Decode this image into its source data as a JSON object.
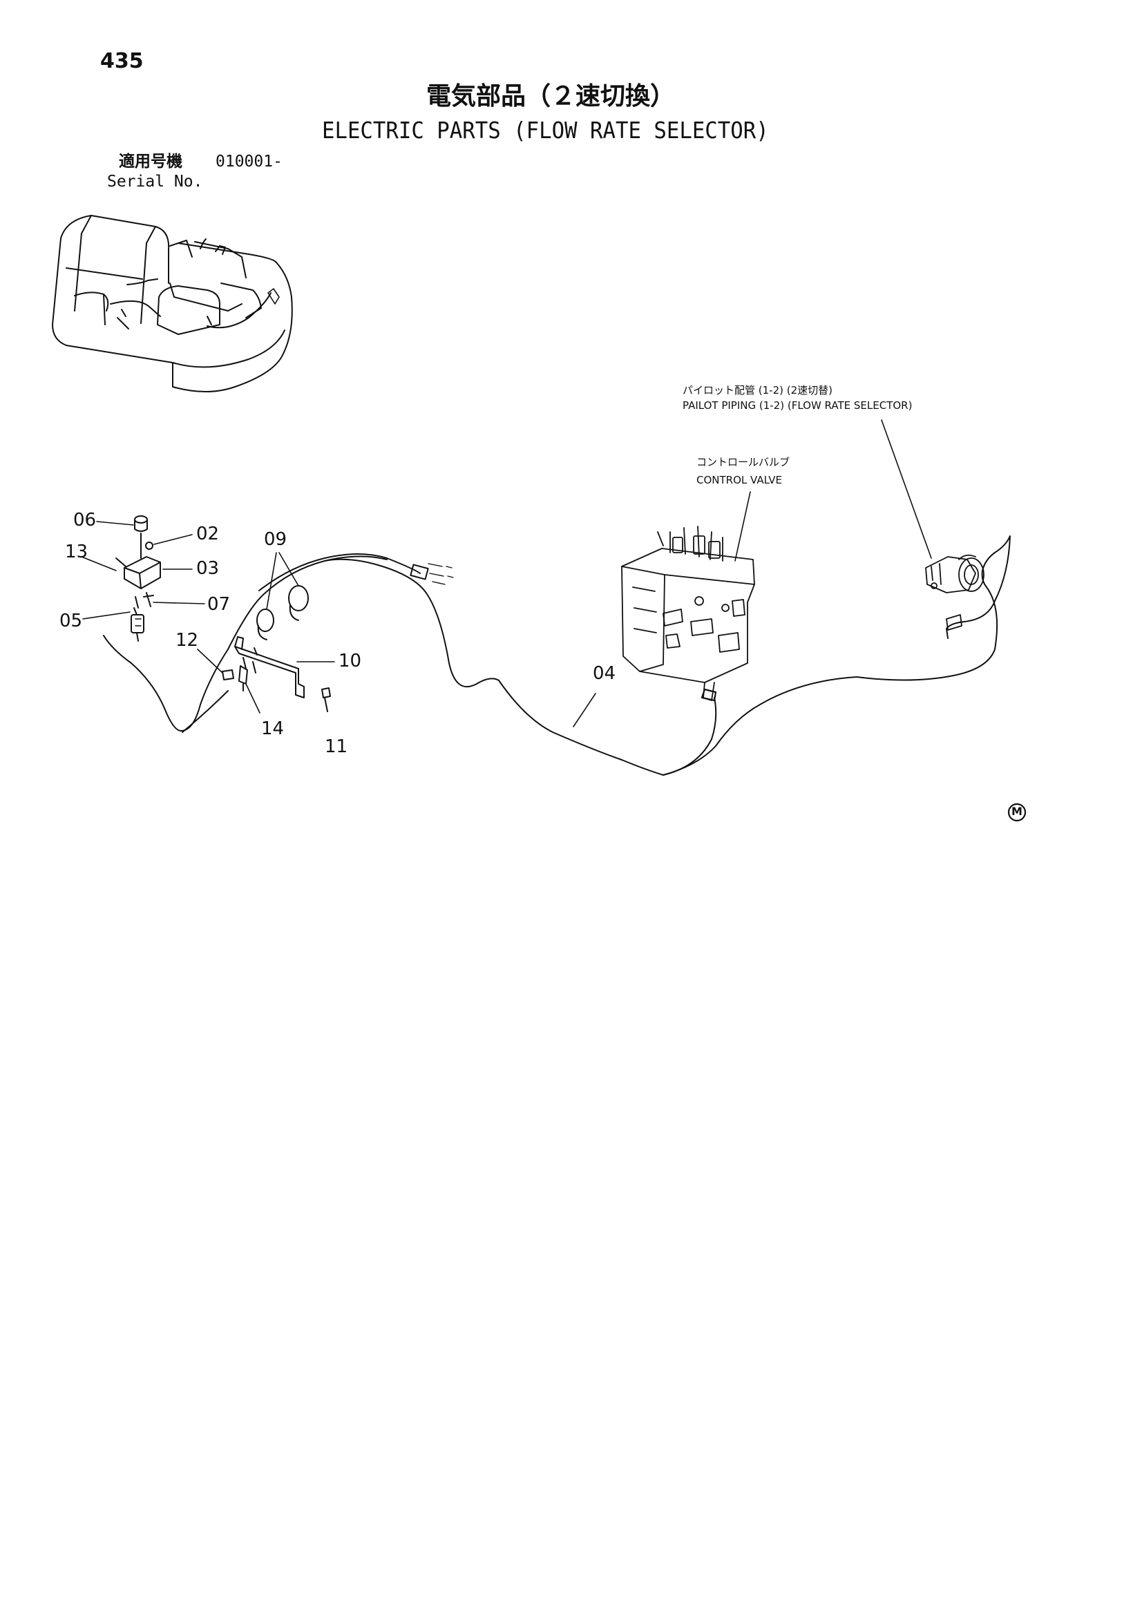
{
  "header": {
    "page_number": "435",
    "title_jp": "電気部品（２速切換）",
    "title_en": "ELECTRIC PARTS (FLOW RATE SELECTOR)",
    "serial_label_jp": "適用号機",
    "serial_range": "010001-",
    "serial_label_en": "Serial No."
  },
  "callouts": {
    "pilot_piping_jp": "パイロット配管 (1-2) (2速切替)",
    "pilot_piping_en": "PAILOT PIPING (1-2) (FLOW RATE SELECTOR)",
    "control_valve_jp": "コントロールバルブ",
    "control_valve_en": "CONTROL VALVE"
  },
  "part_numbers": {
    "p02": "02",
    "p03": "03",
    "p04": "04",
    "p05": "05",
    "p06": "06",
    "p07": "07",
    "p09": "09",
    "p10": "10",
    "p11": "11",
    "p12": "12",
    "p13": "13",
    "p14": "14"
  },
  "marker": "M"
}
